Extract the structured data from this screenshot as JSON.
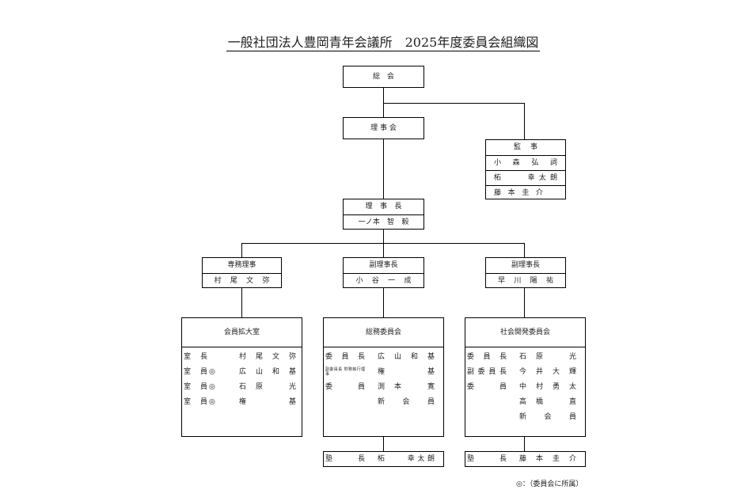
{
  "title": "一般社団法人豊岡青年会議所　2025年度委員会組織図",
  "general_meeting": "総　会",
  "board": "理 事 会",
  "auditors": {
    "title": "監事",
    "members": [
      "小森弘詞",
      "柘　　幸太朗",
      "藤本圭介"
    ]
  },
  "president": {
    "title": "理事長",
    "name": "一ノ本　智　毅"
  },
  "executives": [
    {
      "title": "専務理事",
      "name": "村尾文弥"
    },
    {
      "title": "副理事長",
      "name": "小谷一成"
    },
    {
      "title": "副理事長",
      "name": "早川陽祐"
    }
  ],
  "committees": [
    {
      "name": "会員拡大室",
      "rows": [
        {
          "role": "室長",
          "mark": "",
          "member": "村尾文弥"
        },
        {
          "role": "室員",
          "mark": "◎",
          "member": "広山和基"
        },
        {
          "role": "室員",
          "mark": "◎",
          "member": "石原　光"
        },
        {
          "role": "室員",
          "mark": "◎",
          "member": "権　　基"
        }
      ]
    },
    {
      "name": "総務委員会",
      "rows": [
        {
          "role": "委員長",
          "mark": "",
          "member": "広山和基"
        },
        {
          "role": "副委員長 財務執行理事",
          "mark": "",
          "member": "権　　基",
          "small": true
        },
        {
          "role": "委員",
          "mark": "",
          "member": "渕本　寛"
        },
        {
          "role": "",
          "mark": "",
          "member": "新　会　員"
        }
      ],
      "juku": {
        "role": "塾長",
        "member": "柘　　幸太朗"
      }
    },
    {
      "name": "社会開発委員会",
      "rows": [
        {
          "role": "委員長",
          "mark": "",
          "member": "石原　光"
        },
        {
          "role": "副委員長",
          "mark": "",
          "member": "今井大輝"
        },
        {
          "role": "委員",
          "mark": "",
          "member": "中村勇太"
        },
        {
          "role": "",
          "mark": "",
          "member": "高橋　直"
        },
        {
          "role": "",
          "mark": "",
          "member": "新　会　員"
        }
      ],
      "juku": {
        "role": "塾長",
        "member": "藤本圭介"
      }
    }
  ],
  "note": "◎：（委員会に所属）"
}
